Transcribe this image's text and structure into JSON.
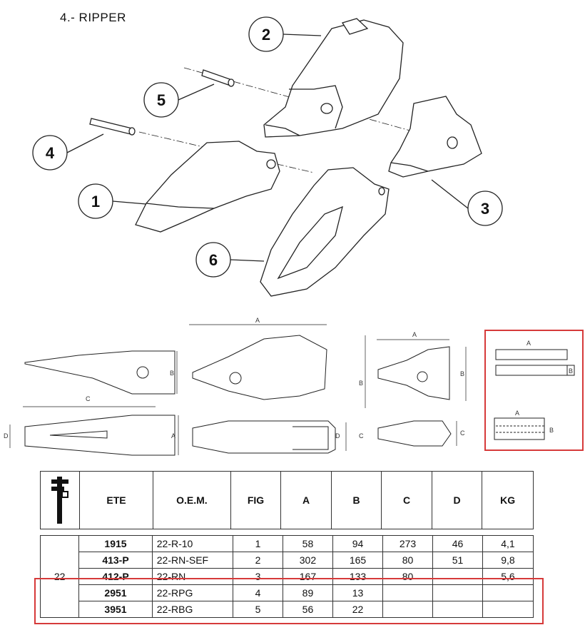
{
  "title": "4.- RIPPER",
  "callouts": [
    "1",
    "2",
    "3",
    "4",
    "5",
    "6"
  ],
  "dimension_labels": {
    "a": "A",
    "b": "B",
    "c": "C",
    "d": "D"
  },
  "table": {
    "headers": [
      "ETE",
      "O.E.M.",
      "FIG",
      "A",
      "B",
      "C",
      "D",
      "KG"
    ],
    "group_label": "22",
    "rows": [
      {
        "ete": "1915",
        "oem": "22-R-10",
        "fig": "1",
        "a": "58",
        "b": "94",
        "c": "273",
        "d": "46",
        "kg": "4,1"
      },
      {
        "ete": "413-P",
        "oem": "22-RN-SEF",
        "fig": "2",
        "a": "302",
        "b": "165",
        "c": "80",
        "d": "51",
        "kg": "9,8"
      },
      {
        "ete": "412-P",
        "oem": "22-RN",
        "fig": "3",
        "a": "167",
        "b": "133",
        "c": "80",
        "d": "",
        "kg": "5,6"
      },
      {
        "ete": "2951",
        "oem": "22-RPG",
        "fig": "4",
        "a": "89",
        "b": "13",
        "c": "",
        "d": "",
        "kg": ""
      },
      {
        "ete": "3951",
        "oem": "22-RBG",
        "fig": "5",
        "a": "56",
        "b": "22",
        "c": "",
        "d": "",
        "kg": ""
      }
    ]
  },
  "colors": {
    "highlight": "#d63a3a",
    "line": "#222222"
  },
  "icons": {
    "caliper": "caliper-icon"
  }
}
